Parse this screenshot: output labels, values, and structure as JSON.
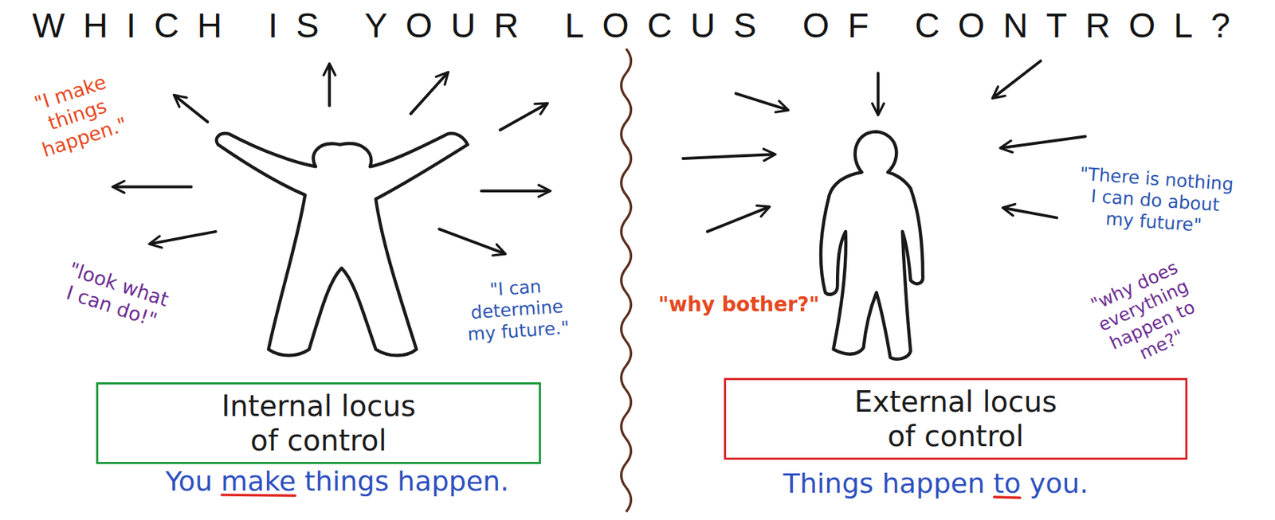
{
  "diagram": {
    "title": "WHICH IS YOUR LOCUS OF CONTROL?",
    "nodes": [
      {
        "text": [
          "Internal locus of control"
        ]
      },
      {
        "text": [
          "External locus of control"
        ]
      }
    ],
    "labels": [
      "\"I make things happen.\"",
      "\"look what I can do!\"",
      "\"I can determine my future.\"",
      "\"why bother?\"",
      "\"There is nothing I can do about my future\"",
      "\"why does everything happen to me?\"",
      "You make things happen.",
      "Things happen to you."
    ]
  }
}
